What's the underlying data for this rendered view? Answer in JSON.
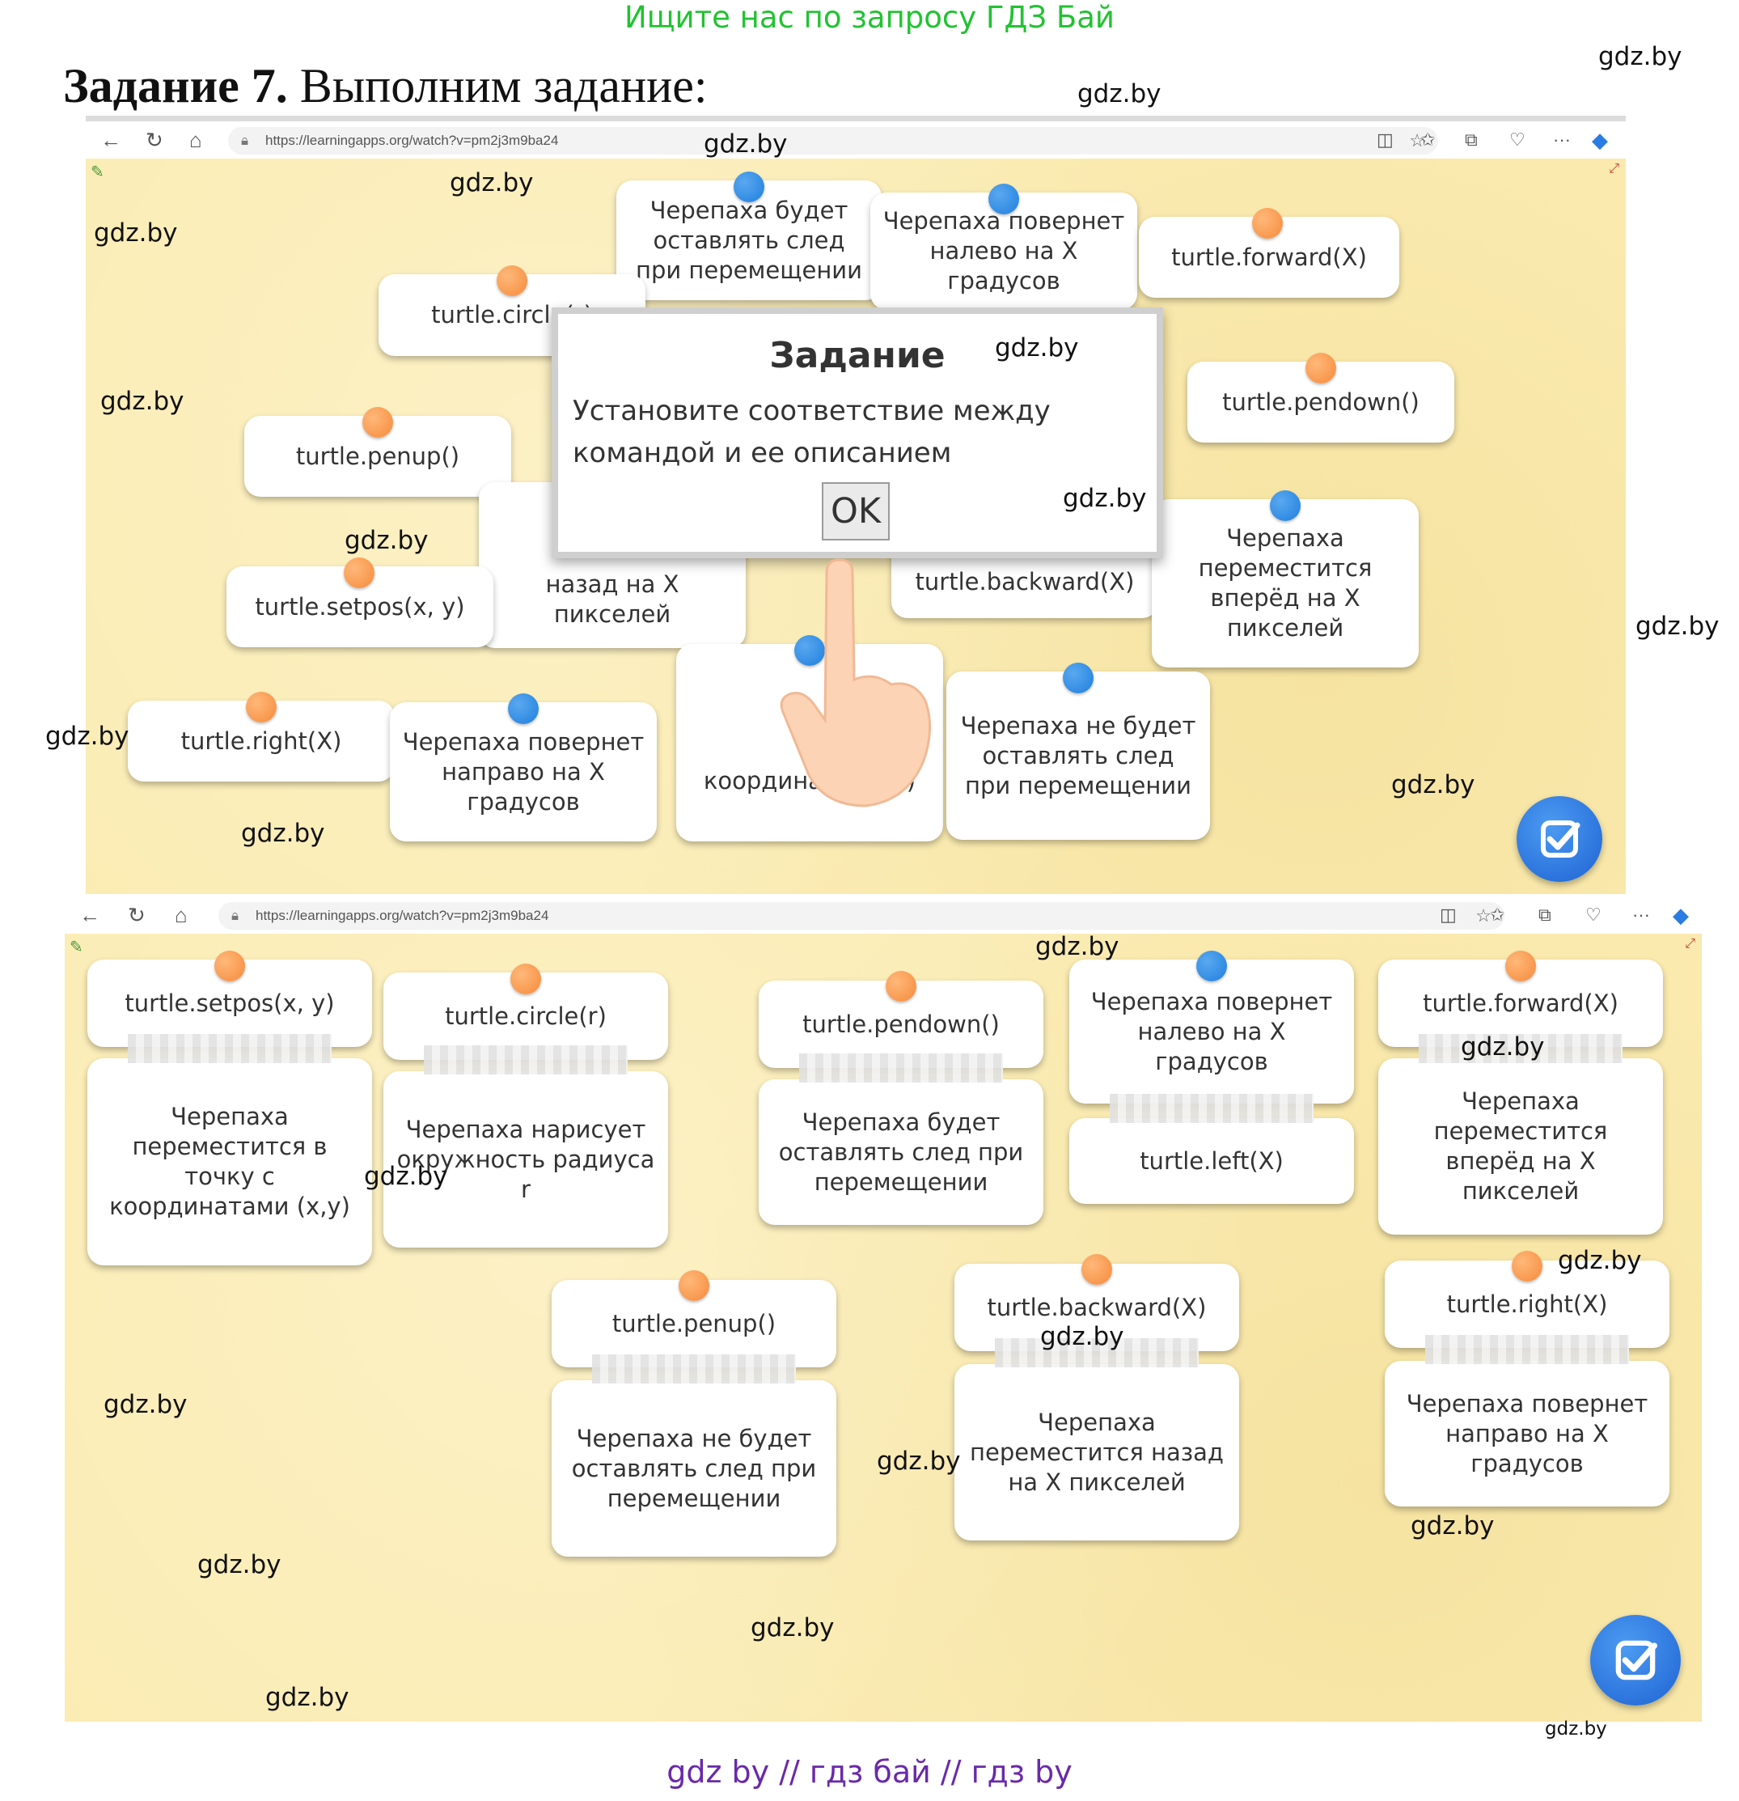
{
  "banner": "Ищите нас по запросу ГДЗ Бай",
  "heading": {
    "bold": "Задание 7.",
    "rest": " Выполним задание:"
  },
  "watermark": "gdz.by",
  "browser": {
    "url": "https://learningapps.org/watch?v=pm2j3m9ba24"
  },
  "s1": {
    "cards": [
      "Черепаха будет оставлять след при перемещении",
      "Черепаха повернет налево на X градусов",
      "turtle.forward(X)",
      "turtle.circle(r)",
      "turtle.pendown()",
      "turtle.penup()",
      "назад на X пикселей",
      "turtle.backward(X)",
      "Черепаха переместится вперёд на X пикселей",
      "turtle.setpos(x, y)",
      "turtle.right(X)",
      "Черепаха повернет направо на X градусов",
      "координаты (x,y)",
      "Черепаха не будет оставлять след при перемещении"
    ],
    "modal": {
      "title": "Задание",
      "text": "Установите соответствие между командой и ее описанием",
      "ok": "OK"
    }
  },
  "s2": {
    "pairs": [
      {
        "cmd": "turtle.setpos(x, y)",
        "desc": "Черепаха переместится в точку с координатами (x,y)"
      },
      {
        "cmd": "turtle.circle(r)",
        "desc": "Черепаха нарисует окружность радиуса r"
      },
      {
        "cmd": "turtle.pendown()",
        "desc": "Черепаха будет оставлять след при перемещении"
      },
      {
        "cmd": "Черепаха повернет налево на X градусов",
        "desc": "turtle.left(X)"
      },
      {
        "cmd": "turtle.forward(X)",
        "desc": "Черепаха переместится вперёд на X пикселей"
      },
      {
        "cmd": "turtle.penup()",
        "desc": "Черепаха не будет оставлять след при перемещении"
      },
      {
        "cmd": "turtle.backward(X)",
        "desc": "Черепаха переместится назад на X пикселей"
      },
      {
        "cmd": "turtle.right(X)",
        "desc": "Черепаха повернет направо на X градусов"
      }
    ]
  },
  "footer": "gdz by  //  гдз бай  //  гдз by",
  "colors": {
    "banner": "#22c232",
    "stage": "#fbecb2",
    "pin_orange": "#f58a3a",
    "pin_blue": "#1f7fdd",
    "check_button": "#1e63d3",
    "footer": "#6a2aa8"
  }
}
